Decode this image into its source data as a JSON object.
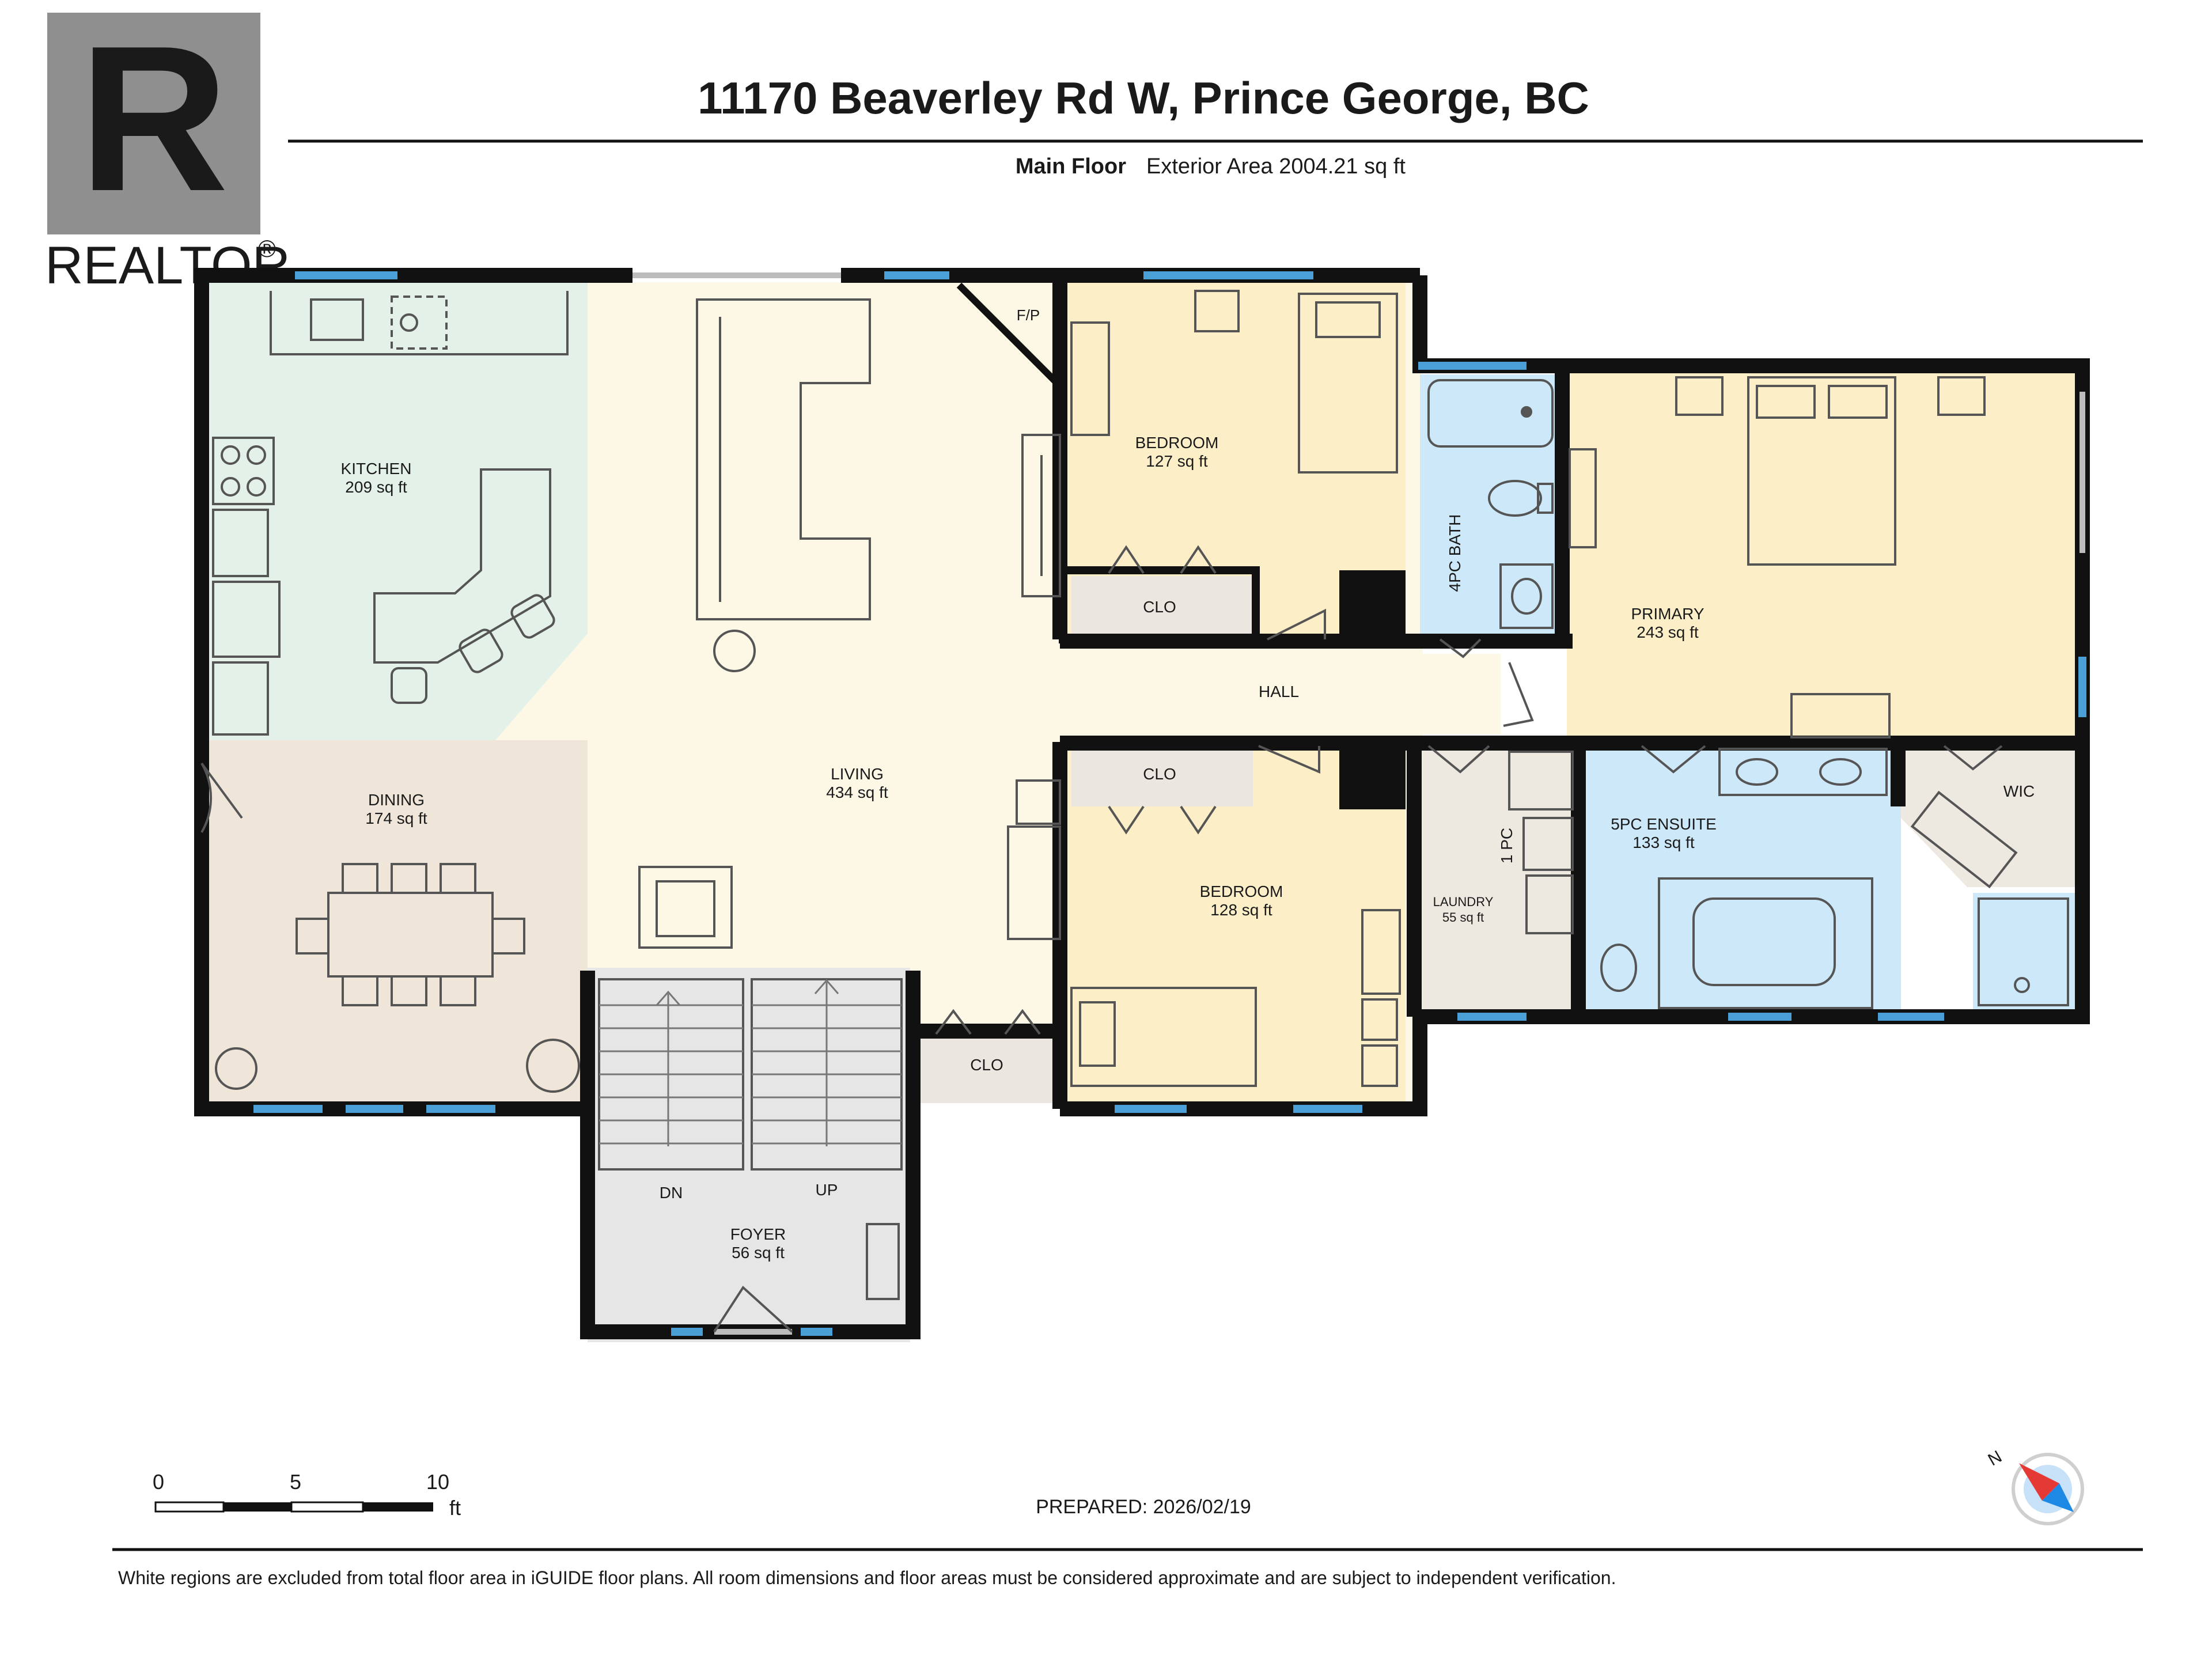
{
  "header": {
    "title": "11170 Beaverley Rd W, Prince George, BC",
    "floor_name": "Main Floor",
    "exterior_area": "Exterior Area 2004.21 sq ft"
  },
  "logo": {
    "letter": "R",
    "wordmark": "REALTOR",
    "mark": "®",
    "color": "#8f8f8f"
  },
  "colors": {
    "wall": "#111111",
    "window": "#4a9fd6",
    "kitchen": "#e3f1e8",
    "dining": "#efe6d9",
    "living": "#fdf8e6",
    "bedroom": "#fcefc8",
    "bath": "#cde8f8",
    "utility": "#ede8e0",
    "closet": "#ebe7e0",
    "stairs": "#e6e6e6",
    "compass_accent": "#e53935",
    "compass_blue": "#1e88e5"
  },
  "rooms": {
    "kitchen": {
      "name": "KITCHEN",
      "area": "209 sq ft"
    },
    "dining": {
      "name": "DINING",
      "area": "174 sq ft"
    },
    "living": {
      "name": "LIVING",
      "area": "434 sq ft"
    },
    "bedroom_north": {
      "name": "BEDROOM",
      "area": "127 sq ft"
    },
    "bedroom_south": {
      "name": "BEDROOM",
      "area": "128 sq ft"
    },
    "bath_4pc": {
      "name": "4PC BATH"
    },
    "primary": {
      "name": "PRIMARY",
      "area": "243 sq ft"
    },
    "ensuite": {
      "name": "5PC ENSUITE",
      "area": "133 sq ft"
    },
    "laundry": {
      "name": "LAUNDRY",
      "area": "55 sq ft"
    },
    "half_bath": {
      "name": "1 PC"
    },
    "wic": {
      "name": "WIC"
    },
    "hall": {
      "name": "HALL"
    },
    "foyer": {
      "name": "FOYER",
      "area": "56 sq ft"
    },
    "fireplace": {
      "name": "F/P"
    },
    "closet_north": {
      "name": "CLO"
    },
    "closet_south": {
      "name": "CLO"
    },
    "closet_living": {
      "name": "CLO"
    },
    "stair_down": {
      "name": "DN"
    },
    "stair_up": {
      "name": "UP"
    }
  },
  "scale": {
    "labels": [
      "0",
      "5",
      "10"
    ],
    "unit": "ft"
  },
  "compass": {
    "label": "N"
  },
  "prepared": "PREPARED: 2026/02/19",
  "footer": {
    "disclaimer": "White regions are excluded from total floor area in iGUIDE floor plans. All room dimensions and floor areas must be considered approximate and are subject to independent verification."
  }
}
